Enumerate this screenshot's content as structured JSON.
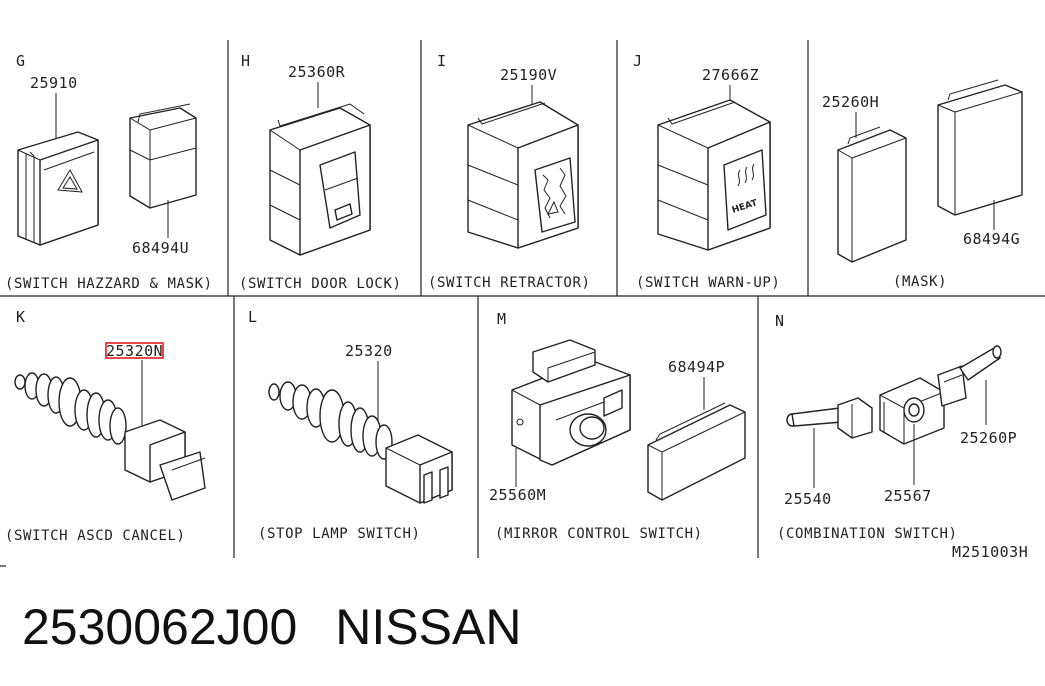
{
  "panels": [
    {
      "id": "G",
      "caption": "(SWITCH HAZZARD & MASK)",
      "parts": [
        "25910",
        "68494U"
      ]
    },
    {
      "id": "H",
      "caption": "(SWITCH DOOR LOCK)",
      "parts": [
        "25360R"
      ]
    },
    {
      "id": "I",
      "caption": "(SWITCH RETRACTOR)",
      "parts": [
        "25190V"
      ]
    },
    {
      "id": "J",
      "caption": "(SWITCH WARN-UP)",
      "parts": [
        "27666Z"
      ],
      "icon_text": "HEAT"
    },
    {
      "id": "",
      "caption": "(MASK)",
      "parts": [
        "25260H",
        "68494G"
      ]
    },
    {
      "id": "K",
      "caption": "(SWITCH ASCD CANCEL)",
      "parts": [
        "25320N"
      ]
    },
    {
      "id": "L",
      "caption": "(STOP LAMP SWITCH)",
      "parts": [
        "25320"
      ]
    },
    {
      "id": "M",
      "caption": "(MIRROR CONTROL SWITCH)",
      "parts": [
        "68494P",
        "25560M"
      ]
    },
    {
      "id": "N",
      "caption": "(COMBINATION SWITCH)",
      "parts": [
        "25260P",
        "25540",
        "25567"
      ]
    }
  ],
  "diagram_code": "M251003H",
  "highlight_color": "#e02020",
  "footer": {
    "part_number": "2530062J00",
    "brand": "NISSAN"
  }
}
